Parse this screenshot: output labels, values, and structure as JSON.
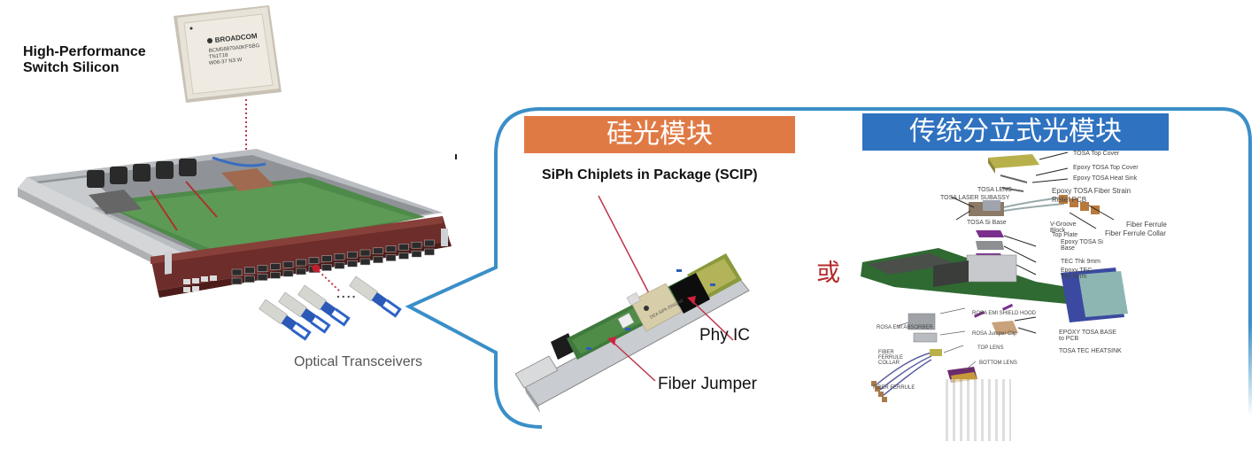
{
  "left_panel": {
    "switch_silicon_label_line1": "High-Performance",
    "switch_silicon_label_line2": "Switch Silicon",
    "chip_brand": "BROADCOM",
    "chip_markings": [
      "BCM56870A0KFSBG",
      "TN1T18",
      "W06-37  N3 W"
    ],
    "transceivers_label": "Optical Transceivers",
    "ellipsis": "...."
  },
  "callout": {
    "siph": {
      "header": "硅光模块",
      "header_color": "#e07a45",
      "subtitle": "SiPh Chiplets in Package (SCIP)",
      "labels": {
        "phy_ic": "Phy IC",
        "fiber_jumper": "Fiber Jumper"
      },
      "chip_marking": "DEA SiPh ENGINE"
    },
    "or_label": "或",
    "traditional": {
      "header": "传统分立式光模块",
      "header_color": "#2f72c0",
      "component_labels": {
        "tosa_top_cover": "TOSA Top Cover",
        "epoxy_tosa_top_cover": "Epoxy TOSA Top Cover",
        "epoxy_tosa_heat_sink": "Epoxy TOSA Heat Sink",
        "tosa_lens": "TOSA LENS",
        "epoxy_tosa_fiber_strain": "Epoxy TOSA Fiber Strain",
        "relief_pcb": "Relief PCB",
        "tosa_laser_subassy": "TOSA LASER SUBASSY",
        "tosa_si_base": "TOSA Si Base",
        "v_groove_block": "V-Groove Block",
        "top_plate": "Top Plate",
        "fiber_ferrule": "Fiber Ferrule",
        "fiber_ferrule_collar": "Fiber Ferrule Collar",
        "epoxy_tosa_si_base": "Epoxy TOSA Si Base",
        "tec_thk": "TEC Thk 9mm",
        "epoxy_tec_thk": "Epoxy TEC Thk 9mm",
        "rosa_emi_shield_hood": "ROSA EMI SHIELD HOOD",
        "rosa_emi_absorber": "ROSA EMI ABSORBER",
        "rosa_jumper_clip": "ROSA Jumper Clip",
        "epoxy_tosa_base_to_pcb": "EPOXY TOSA BASE to PCB",
        "tosa_tec_heatsink": "TOSA TEC HEATSINK",
        "fiber_ferrule_collar_left": "FIBER FERRULE COLLAR",
        "top_lens": "TOP LENS",
        "bottom_lens": "BOTTOM LENS",
        "fiber_ferrule_left": "FIBER FERRULE"
      }
    }
  },
  "colors": {
    "callout_border": "#3a8fc8",
    "pointer_dot": "#c0202e",
    "pointer_line": "#c0344a"
  }
}
